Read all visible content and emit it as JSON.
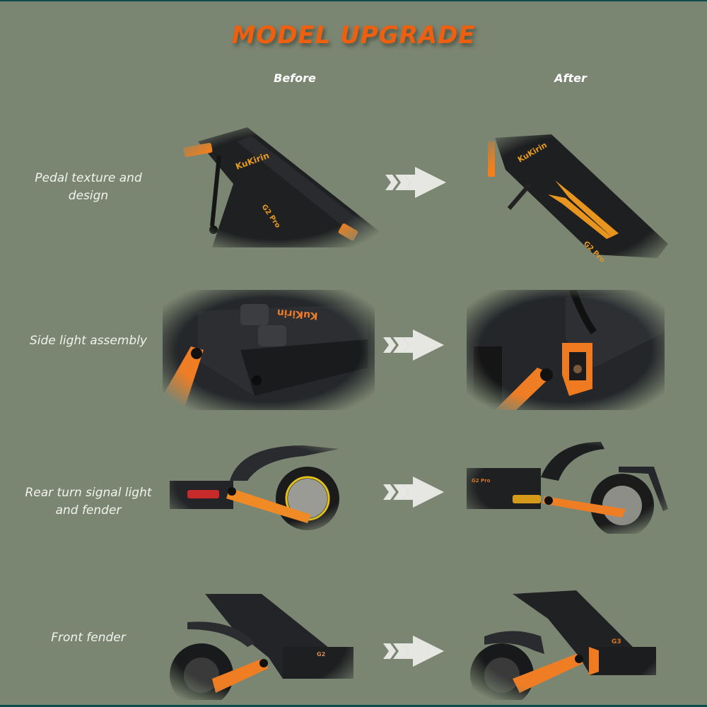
{
  "title": "MODEL UPGRADE",
  "columns": {
    "before": "Before",
    "after": "After"
  },
  "colors": {
    "background": "#7b8672",
    "title": "#ee5f0f",
    "label_text": "#f3f3ee",
    "arrow": "#e6e7e2",
    "accent_orange": "#f07f1e",
    "deck_black": "#1f2022",
    "edge_border": "#0f4a4e"
  },
  "rows": [
    {
      "label_line1": "Pedal texture and",
      "label_line2": "design",
      "before_image": {
        "subject": "scooter-deck-before",
        "brand_text": "KuKirin",
        "model_text": "G2 Pro"
      },
      "after_image": {
        "subject": "scooter-deck-after",
        "brand_text": "KuKirin",
        "model_text": "G2 Pro"
      },
      "arrow_icon": "double-chevron-arrow-icon"
    },
    {
      "label_line1": "Side light assembly",
      "label_line2": "",
      "before_image": {
        "subject": "side-light-before",
        "brand_text": "KuKirin"
      },
      "after_image": {
        "subject": "side-light-after"
      },
      "arrow_icon": "double-chevron-arrow-icon"
    },
    {
      "label_line1": "Rear turn signal light",
      "label_line2": "and fender",
      "before_image": {
        "subject": "rear-signal-fender-before"
      },
      "after_image": {
        "subject": "rear-signal-fender-after",
        "model_text": "G2 Pro"
      },
      "arrow_icon": "double-chevron-arrow-icon"
    },
    {
      "label_line1": "Front fender",
      "label_line2": "",
      "before_image": {
        "subject": "front-fender-before"
      },
      "after_image": {
        "subject": "front-fender-after"
      },
      "arrow_icon": "double-chevron-arrow-icon"
    }
  ]
}
